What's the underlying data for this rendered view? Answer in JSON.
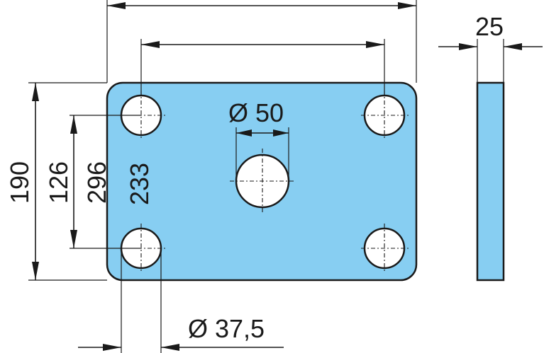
{
  "drawing": {
    "plate_color": "#87cef2",
    "outline_color": "#1a1a1a",
    "hole_color": "#ffffff"
  },
  "dimensions": {
    "thickness": "25",
    "center_hole_diameter": "Ø 50",
    "small_hole_diameter": "Ø 37,5",
    "plate_height": "190",
    "hole_spacing_vertical": "126",
    "plate_width_label": "296",
    "hole_spacing_horizontal_label": "233"
  }
}
